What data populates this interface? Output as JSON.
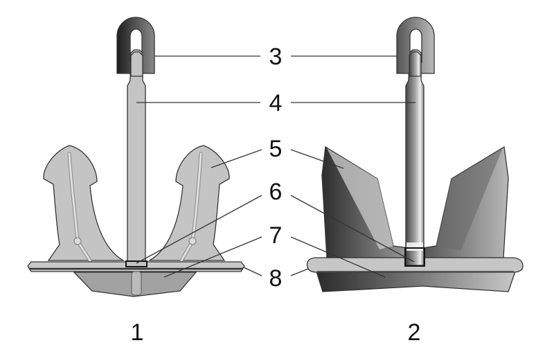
{
  "labels": {
    "part3": "3",
    "part4": "4",
    "part5": "5",
    "part6": "6",
    "part7": "7",
    "part8": "8"
  },
  "figures": {
    "left": "1",
    "right": "2"
  },
  "colors": {
    "light_grey": "#c4c4c4",
    "mid_grey": "#a0a0a0",
    "dark_grey": "#2a2a2a",
    "outline": "#333333"
  }
}
